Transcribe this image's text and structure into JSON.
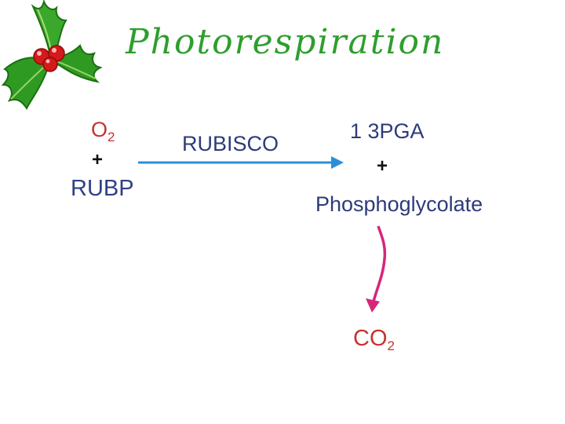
{
  "title": "Photorespiration",
  "reactants": {
    "oxygen": "O",
    "oxygen_sub": "2",
    "plus": "+",
    "rubp": "RUBP"
  },
  "enzyme": "RUBISCO",
  "products": {
    "pga": "1 3PGA",
    "plus": "+",
    "phosphoglycolate": "Phosphoglycolate",
    "co2": "CO",
    "co2_sub": "2"
  },
  "colors": {
    "title": "#2e9e2e",
    "reactant_text": "#c8322f",
    "product_text": "#2d3b7a",
    "main_arrow": "#2a8fd6",
    "co2_arrow": "#d6267a"
  },
  "decoration": "holly-icon"
}
